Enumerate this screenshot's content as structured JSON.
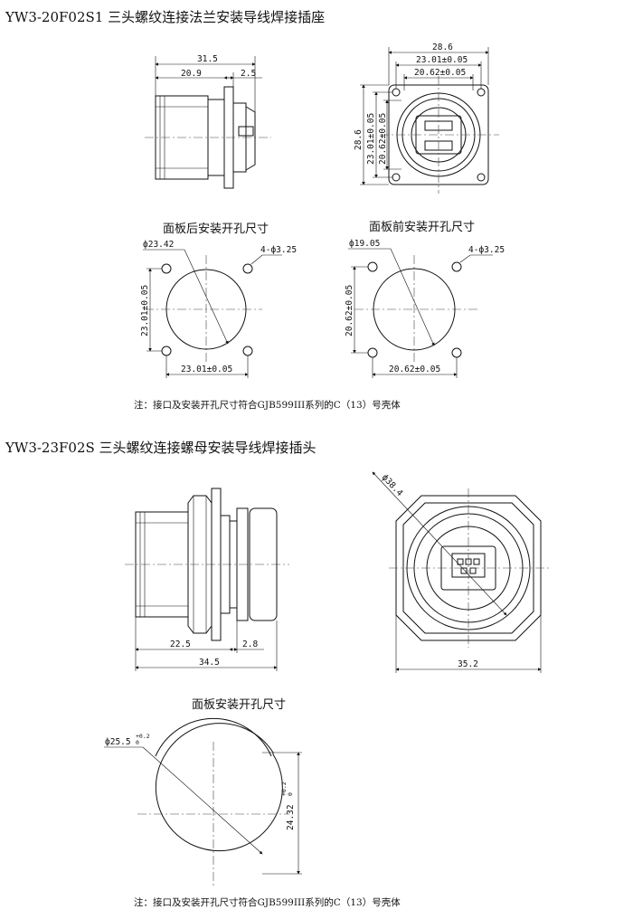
{
  "part1": {
    "title": "YW3-20F02S1 三头螺纹连接法兰安装导线焊接插座",
    "side_dims": {
      "overall": "31.5",
      "body": "20.9",
      "flange": "2.5"
    },
    "front_dims": {
      "width": "28.6",
      "height": "28.6",
      "mount_h": "23.01±0.05",
      "hole_h": "20.62±0.05",
      "mount_v": "23.01±0.05",
      "hole_v": "20.62±0.05"
    },
    "cutout_rear": {
      "label": "面板后安装开孔尺寸",
      "dia": "ф23.42",
      "holes": "4-ф3.25",
      "h": "23.01±0.05",
      "v": "23.01±0.05"
    },
    "cutout_front": {
      "label": "面板前安装开孔尺寸",
      "dia": "ф19.05",
      "holes": "4-ф3.25",
      "h": "20.62±0.05",
      "v": "20.62±0.05"
    },
    "note": "注：接口及安装开孔尺寸符合GJB599III系列的C（13）号壳体"
  },
  "part2": {
    "title": "YW3-23F02S 三头螺纹连接螺母安装导线焊接插头",
    "side_dims": {
      "body": "22.5",
      "nut": "2.8",
      "overall": "34.5"
    },
    "front_dims": {
      "dia": "ф38.4",
      "width": "35.2"
    },
    "cutout": {
      "label": "面板安装开孔尺寸",
      "dia": "ф25.5",
      "dia_tol_upper": "+0.2",
      "dia_tol_lower": "0",
      "flat": "24.32",
      "flat_tol_upper": "+0.2",
      "flat_tol_lower": "0"
    },
    "note": "注：接口及安装开孔尺寸符合GJB599III系列的C（13）号壳体"
  }
}
